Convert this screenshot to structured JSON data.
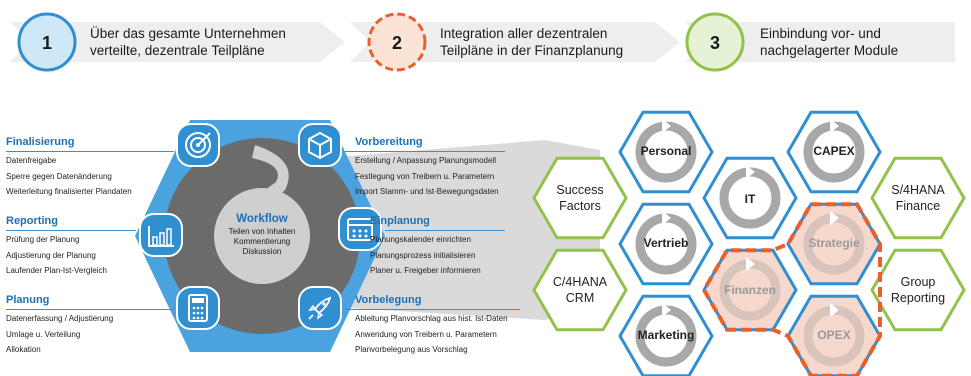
{
  "steps": [
    {
      "number": "1",
      "text": "Über das gesamte Unternehmen\nverteilte, dezentrale Teilpläne",
      "color": "#2f8fd1",
      "fill": "#cfe8f7"
    },
    {
      "number": "2",
      "text": "Integration aller dezentralen\nTeilpläne in der Finanzplanung",
      "color": "#e8602c",
      "fill": "#fbe3d6"
    },
    {
      "number": "3",
      "text": "Einbindung vor- und\nnachgelagerter Module",
      "color": "#92c24a",
      "fill": "#e6f2d6"
    }
  ],
  "workflow": {
    "title": "Workflow",
    "lines": "Teilen von Inhalten\nKommentierung\nDiskussion"
  },
  "sections": {
    "finalisierung": {
      "title": "Finalisierung",
      "items": "Datenfreigabe\nSperre gegen Datenänderung\nWeiterleitung finalisierter Plandaten",
      "icon": "target-icon"
    },
    "reporting": {
      "title": "Reporting",
      "items": "Prüfung der Planung\nAdjustierung der Planung\nLaufender Plan-Ist-Vergleich",
      "icon": "bar-chart-icon"
    },
    "planung": {
      "title": "Planung",
      "items": "Datenerfassung / Adjustierung\nUmlage u. Verteilung\nAllokation",
      "icon": "calculator-icon"
    },
    "vorbereitung": {
      "title": "Vorbereitung",
      "items": "Erstellung / Anpassung Planungsmodell\nFestlegung von Treibern u. Parametern\nImport Stamm- und Ist-Bewegungsdaten",
      "icon": "cube-icon"
    },
    "einplanung": {
      "title": "Einplanung",
      "items": "Planungskalender einrichten\nPlanungsprozess initialisieren\nPlaner u. Freigeber informieren",
      "icon": "calendar-icon"
    },
    "vorbelegung": {
      "title": "Vorbelegung",
      "items": "Ableitung Planvorschlag aus hist. Ist-Daten\nAnwendung von Treibern u. Parametern\nPlanvorbelegung aus Vorschlag",
      "icon": "rocket-icon"
    }
  },
  "hexagons": {
    "personal": "Personal",
    "capex": "CAPEX",
    "it": "IT",
    "vertrieb": "Vertrieb",
    "strategie": "Strategie",
    "finanzen": "Finanzen",
    "marketing": "Marketing",
    "opex": "OPEX",
    "success_factors": "Success\nFactors",
    "s4hana_finance": "S/4HANA\nFinance",
    "c4hana_crm": "C/4HANA\nCRM",
    "group_reporting": "Group\nReporting"
  },
  "colors": {
    "blue": "#2f8fd1",
    "blue_dark": "#1f6fb5",
    "orange": "#e8602c",
    "green": "#92c24a",
    "grey_ring": "#6b6b6b",
    "grey_band": "#d3d3d3"
  }
}
